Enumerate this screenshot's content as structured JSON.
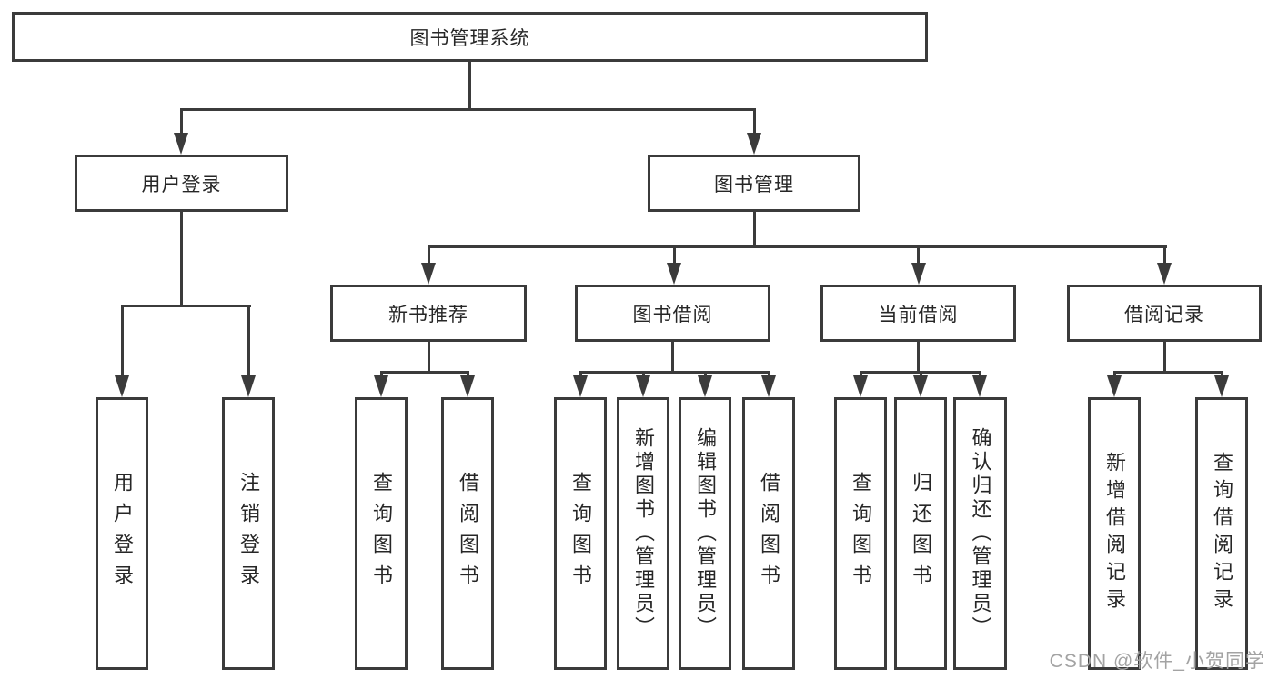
{
  "diagram": {
    "root": {
      "label": "图书管理系统"
    },
    "branches": [
      {
        "label": "用户登录",
        "children": [
          {
            "label": "用户登录"
          },
          {
            "label": "注销登录"
          }
        ]
      },
      {
        "label": "图书管理",
        "children": [
          {
            "label": "新书推荐",
            "children": [
              {
                "label": "查询图书"
              },
              {
                "label": "借阅图书"
              }
            ]
          },
          {
            "label": "图书借阅",
            "children": [
              {
                "label": "查询图书"
              },
              {
                "label": "新增图书（管理员）"
              },
              {
                "label": "编辑图书（管理员）"
              },
              {
                "label": "借阅图书"
              }
            ]
          },
          {
            "label": "当前借阅",
            "children": [
              {
                "label": "查询图书"
              },
              {
                "label": "归还图书"
              },
              {
                "label": "确认归还（管理员）"
              }
            ]
          },
          {
            "label": "借阅记录",
            "children": [
              {
                "label": "新增借阅记录"
              },
              {
                "label": "查询借阅记录"
              }
            ]
          }
        ]
      }
    ]
  },
  "watermark": {
    "text": "CSDN @软件_小贺同学"
  },
  "colors": {
    "line": "#3b3b3b",
    "text": "#262626",
    "background": "#ffffff",
    "watermark": "#a3a3a3"
  }
}
